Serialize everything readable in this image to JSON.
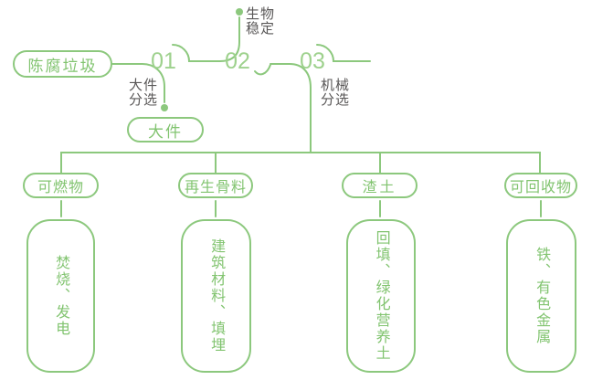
{
  "palette": {
    "line_green": "#8CC87D",
    "text_green": "#82C470",
    "number_green": "#9ED18D",
    "label_gray": "#595757",
    "background": "#FFFFFF"
  },
  "flow": {
    "source_label": "陈腐垃圾",
    "steps": [
      {
        "number": "01",
        "label_line1": "大件",
        "label_line2": "分选",
        "side_output": "大件"
      },
      {
        "number": "02",
        "label_line1": "生物",
        "label_line2": "稳定"
      },
      {
        "number": "03",
        "label_line1": "机械",
        "label_line2": "分选"
      }
    ]
  },
  "outputs": [
    {
      "category": "可燃物",
      "uses": "焚烧、发电"
    },
    {
      "category": "再生骨料",
      "uses": "建筑材料、填埋"
    },
    {
      "category": "渣土",
      "uses": "回填、绿化营养土"
    },
    {
      "category": "可回收物",
      "uses": "铁、有色金属"
    }
  ]
}
